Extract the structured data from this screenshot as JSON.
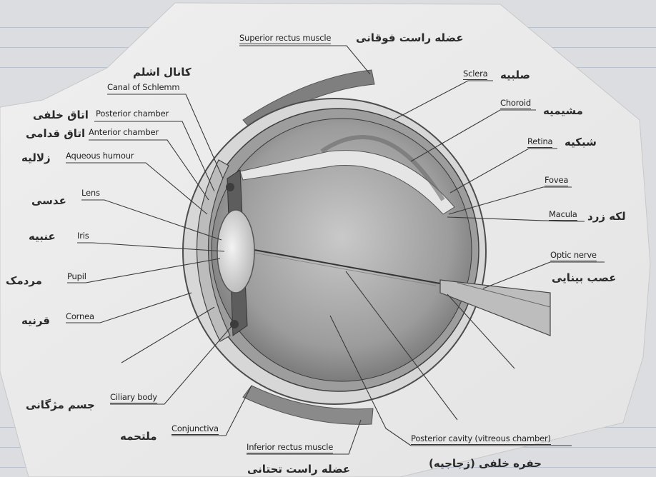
{
  "diagram": {
    "english_labels": {
      "superior_rectus": "Superior rectus muscle",
      "canal_schlemm": "Canal of Schlemm",
      "posterior_chamber": "Posterior chamber",
      "anterior_chamber": "Anterior chamber",
      "aqueous_humour": "Aqueous humour",
      "lens": "Lens",
      "iris": "Iris",
      "pupil": "Pupil",
      "cornea": "Cornea",
      "ciliary_body": "Ciliary body",
      "conjunctiva": "Conjunctiva",
      "inferior_rectus": "Inferior rectus muscle",
      "posterior_cavity": "Posterior cavity (vitreous chamber)",
      "sclera": "Sclera",
      "choroid": "Choroid",
      "retina": "Retina",
      "fovea": "Fovea",
      "macula": "Macula",
      "optic_nerve": "Optic nerve"
    },
    "persian_labels": {
      "superior_rectus": "عضله راست فوقانی",
      "canal_schlemm": "کانال اشلم",
      "posterior_chamber": "اتاق خلفی",
      "anterior_chamber": "اتاق قدامی",
      "aqueous_humour": "زلالیه",
      "lens": "عدسی",
      "iris": "عنبیه",
      "pupil": "مردمک",
      "cornea": "قرنیه",
      "ciliary_body": "جسم مژگانی",
      "conjunctiva": "ملتحمه",
      "inferior_rectus": "عضله راست تحتانی",
      "posterior_cavity": "حفره خلفی (زجاجیه)",
      "sclera": "صلبیه",
      "choroid": "مشیمیه",
      "retina": "شبکیه",
      "macula": "لکه زرد",
      "optic_nerve": "عصب بینایی"
    }
  }
}
